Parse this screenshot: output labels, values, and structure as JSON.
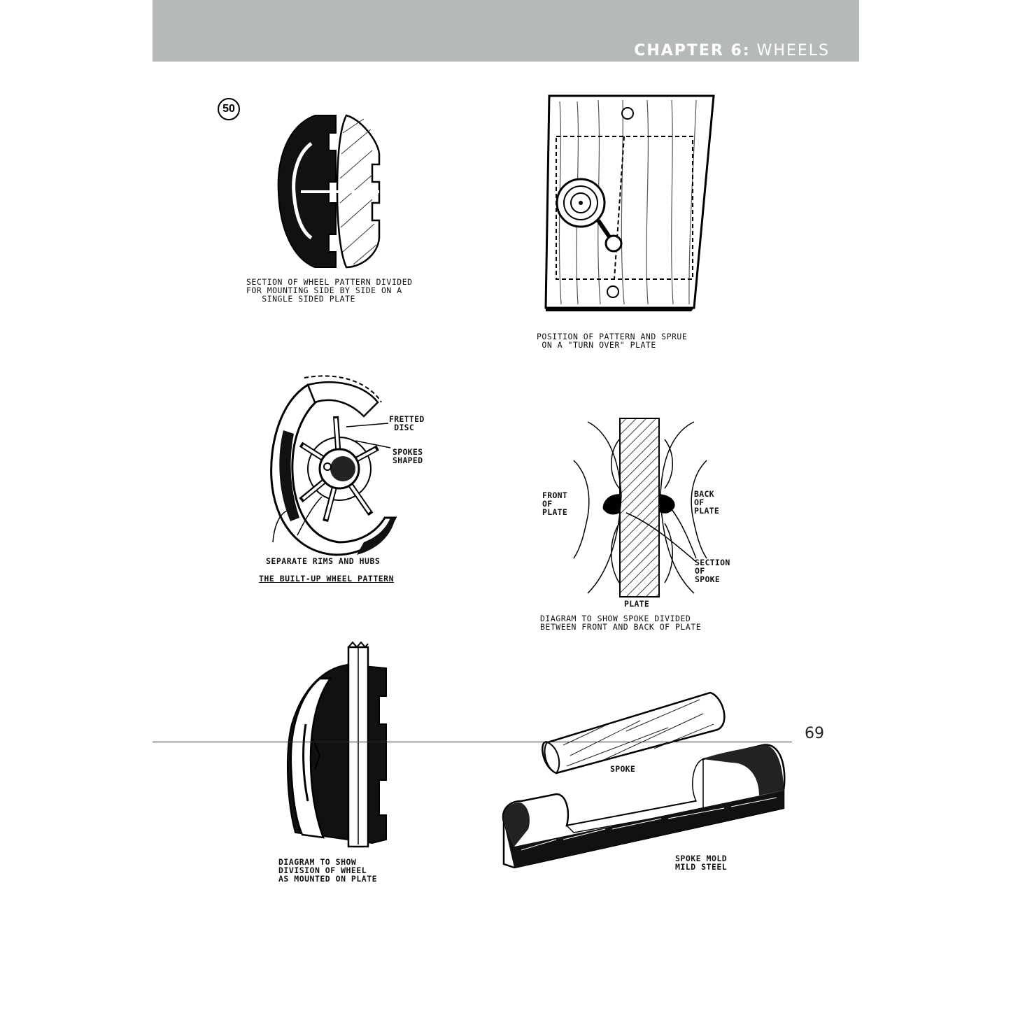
{
  "header": {
    "chapter_label": "CHAPTER 6:",
    "chapter_title": "WHEELS"
  },
  "figure_number": "50",
  "captions": {
    "wheel_section": "SECTION OF WHEEL PATTERN DIVIDED\nFOR MOUNTING SIDE BY SIDE ON A\n   SINGLE SIDED PLATE",
    "turnover_plate": "POSITION OF PATTERN AND SPRUE\n ON A \"TURN OVER\" PLATE",
    "built_up_rims": "SEPARATE RIMS AND HUBS",
    "built_up_title": "THE BUILT-UP WHEEL PATTERN",
    "spoke_diagram": "DIAGRAM TO SHOW SPOKE DIVIDED\nBETWEEN FRONT AND BACK OF PLATE",
    "division_diagram": "DIAGRAM TO SHOW\nDIVISION OF WHEEL\nAS MOUNTED ON PLATE",
    "spoke_mold": "SPOKE MOLD\nMILD STEEL"
  },
  "labels": {
    "fretted_disc": "FRETTED\n DISC",
    "spokes_shaped": "SPOKES\nSHAPED",
    "front_of_plate": "FRONT\nOF\nPLATE",
    "back_of_plate": "BACK\nOF\nPLATE",
    "section_of_spoke": "SECTION\nOF\nSPOKE",
    "plate": "PLATE",
    "spoke": "SPOKE"
  },
  "footer": {
    "page_number": "69"
  }
}
